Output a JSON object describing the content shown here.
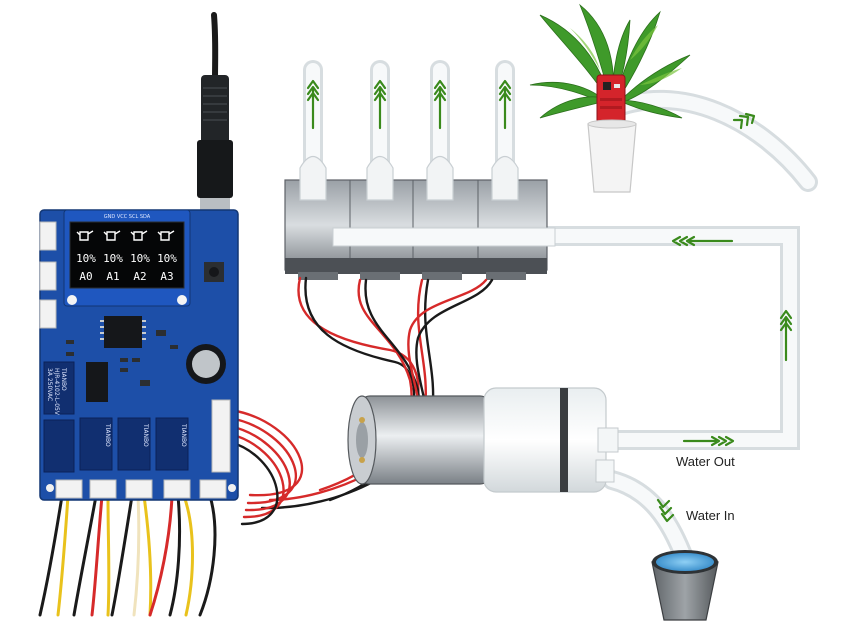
{
  "oled": {
    "percents": [
      "10%",
      "10%",
      "10%",
      "10%"
    ],
    "channels": [
      "A0",
      "A1",
      "A2",
      "A3"
    ]
  },
  "board": {
    "header_label": "GND VCC SCL SDA",
    "relay_brand": "TIANBO",
    "relay_model": "HJR-4102-L-05V",
    "relay_rating": "3A 250VAC"
  },
  "labels": {
    "water_out": "Water Out",
    "water_in": "Water In"
  },
  "colors": {
    "arrow": "#3a8a1c",
    "board": "#1d4fa8",
    "wire_red": "#d62a2a",
    "water": "#4aa6e0"
  },
  "icons": [
    "watering-can-icon",
    "flow-arrow-icon"
  ]
}
